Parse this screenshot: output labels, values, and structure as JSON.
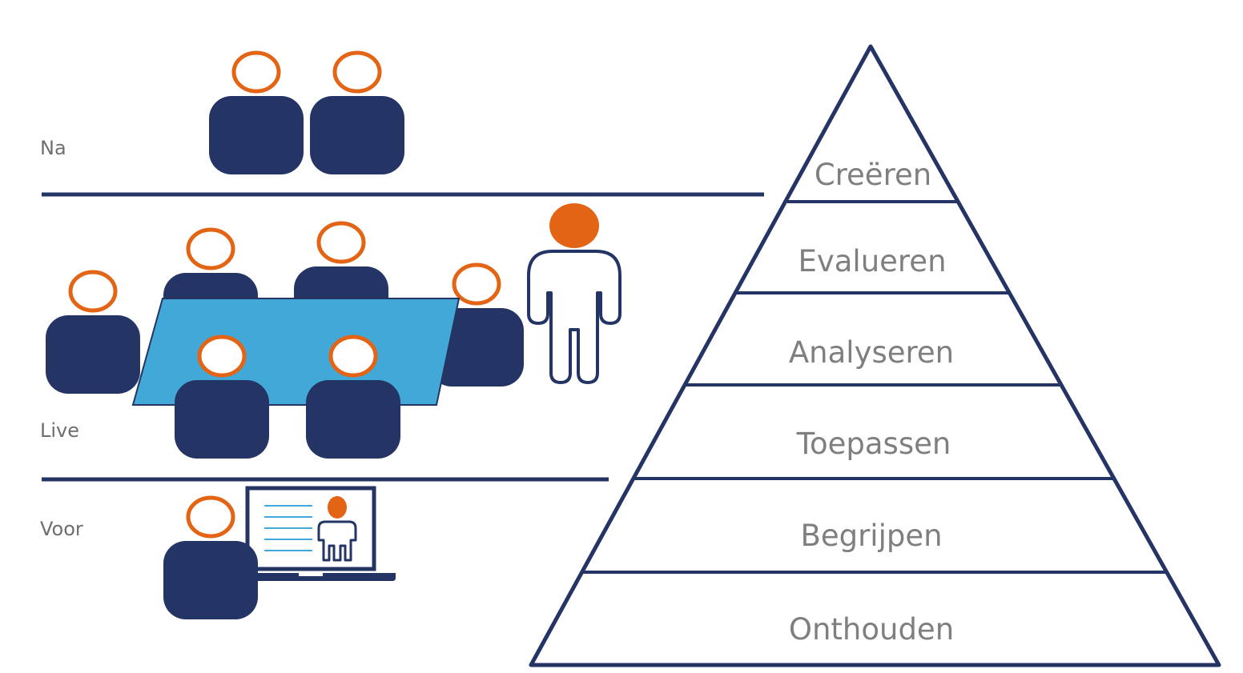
{
  "colors": {
    "navy": "#243565",
    "orange": "#e36414",
    "table_blue": "#41a8d8",
    "line": "#243565",
    "text_gray": "#7f7f7f"
  },
  "phases": {
    "after": "Na",
    "live": "Live",
    "before": "Voor"
  },
  "pyramid": {
    "levels": [
      "Creëren",
      "Evalueren",
      "Analyseren",
      "Toepassen",
      "Begrijpen",
      "Onthouden"
    ]
  },
  "icons": {
    "audience": "person-icon",
    "presenter": "presenter-icon",
    "meeting_table": "table-icon",
    "laptop": "laptop-icon"
  }
}
